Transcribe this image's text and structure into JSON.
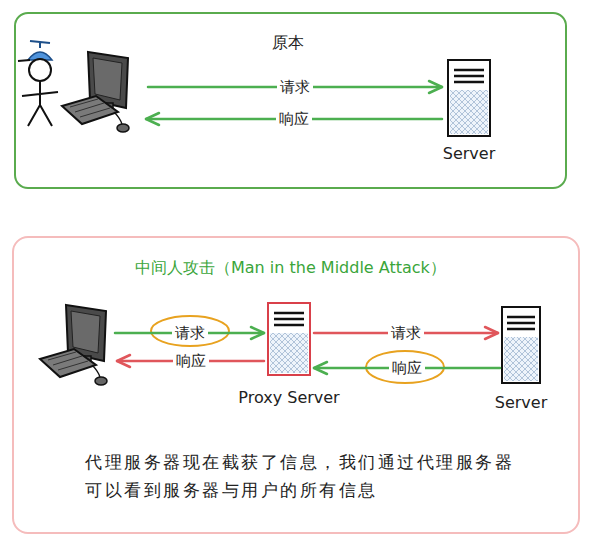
{
  "diagram": {
    "nodes": [
      {
        "text": [
          "原本"
        ]
      },
      {
        "text": [],
        "in": 0
      },
      {
        "text": [
          "Server"
        ],
        "in": 0
      },
      {
        "text": [
          "中间人攻击（Man in the Middle Attack）",
          "代理服务器现在截获了信息，我们通过代理服务器 可以看到服务器与用户的所有信息"
        ]
      },
      {
        "text": [],
        "in": 3
      },
      {
        "text": [
          "Proxy Server"
        ],
        "in": 3
      },
      {
        "text": [
          "Server"
        ],
        "in": 3
      }
    ],
    "edges": [
      {
        "from": 1,
        "to": 2,
        "label": "请求",
        "arrow": "to"
      },
      {
        "from": 2,
        "to": 1,
        "label": "响应",
        "arrow": "to"
      },
      {
        "from": 4,
        "to": 5,
        "label": "请求",
        "arrow": "to"
      },
      {
        "from": 5,
        "to": 4,
        "label": "响应",
        "arrow": "to"
      },
      {
        "from": 5,
        "to": 6,
        "label": "请求",
        "arrow": "to"
      },
      {
        "from": 6,
        "to": 5,
        "label": "响应",
        "arrow": "to"
      }
    ]
  }
}
